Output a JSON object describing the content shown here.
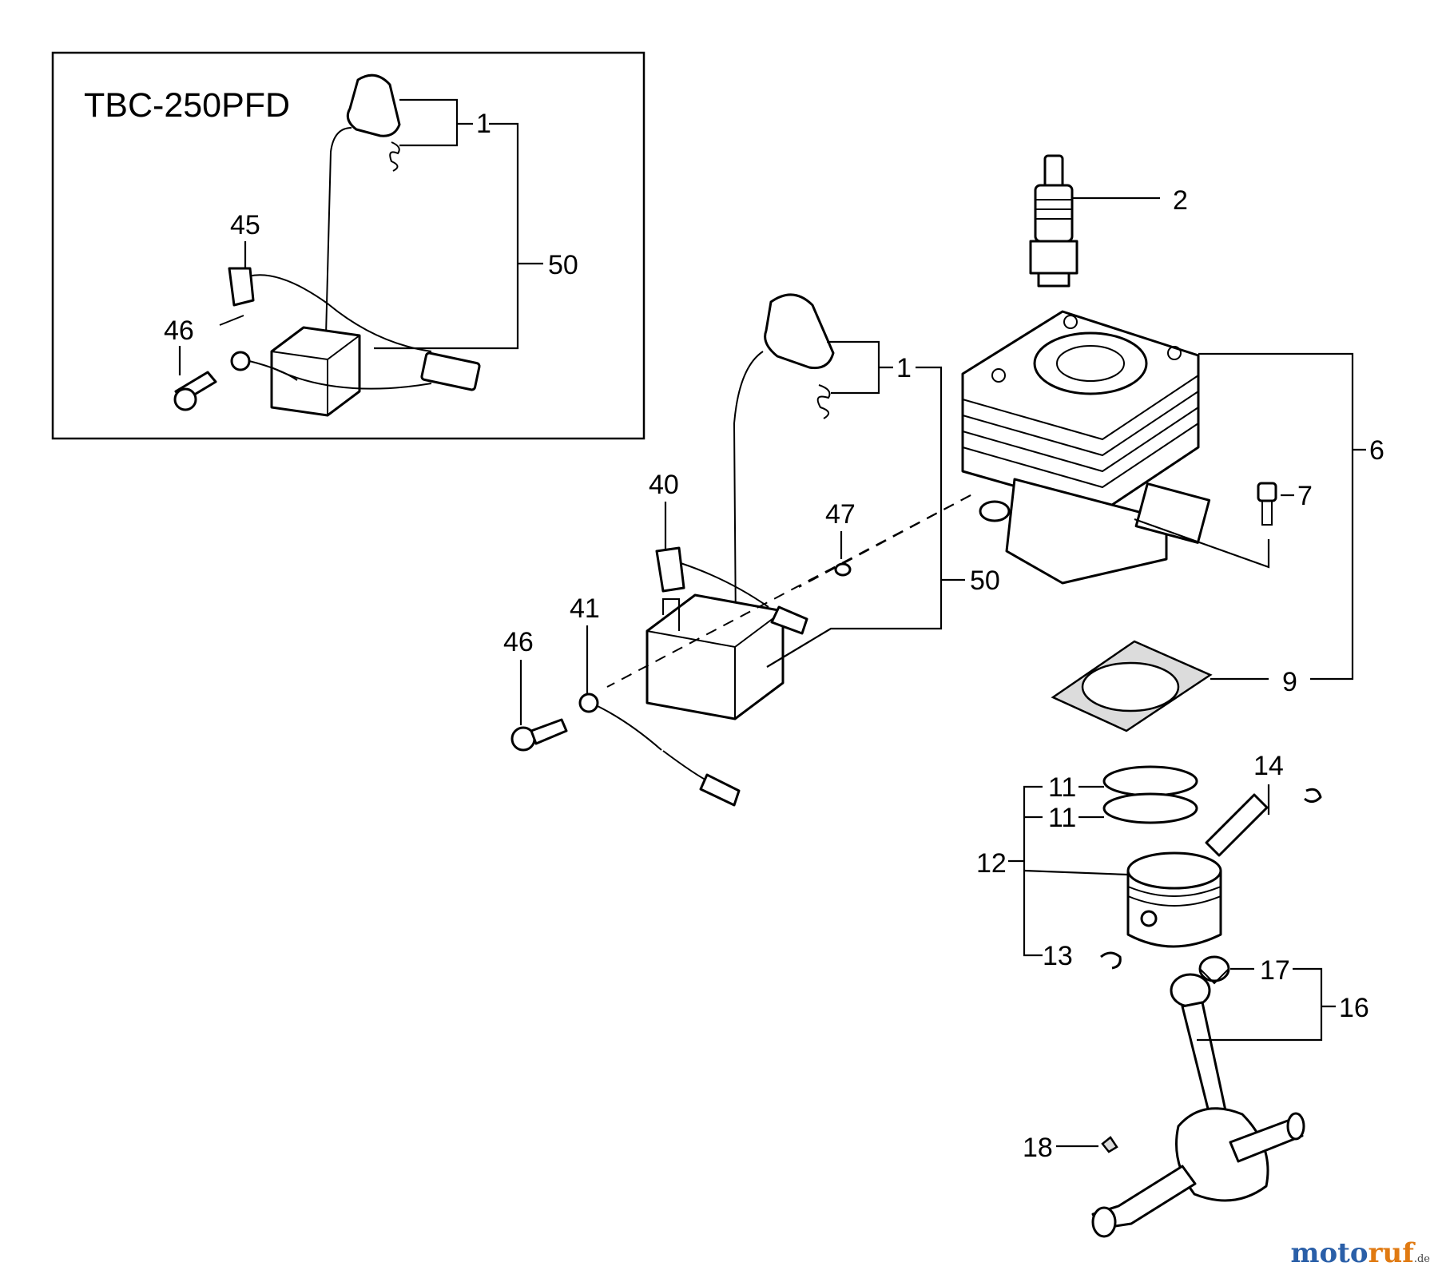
{
  "inset": {
    "title": "TBC-250PFD",
    "labels": {
      "coil_boot": "1",
      "coil_assembly": "50",
      "wire_clip": "45",
      "screw": "46"
    }
  },
  "main": {
    "labels": {
      "coil_boot": "1",
      "spark_plug": "2",
      "cylinder_assembly": "6",
      "bolt": "7",
      "gasket": "9",
      "piston_ring_upper": "11",
      "piston_ring_lower": "11",
      "piston_assembly": "12",
      "circlip": "13",
      "piston_pin": "14",
      "crankshaft_assembly": "16",
      "needle_bearing": "17",
      "woodruff_key": "18",
      "stop_wire_bracket": "40",
      "ground_wire": "41",
      "washer": "47",
      "screw": "46",
      "ignition_coil_assembly": "50"
    }
  },
  "watermark": {
    "part1": "moto",
    "part2": "ruf",
    "tld": ".de"
  }
}
